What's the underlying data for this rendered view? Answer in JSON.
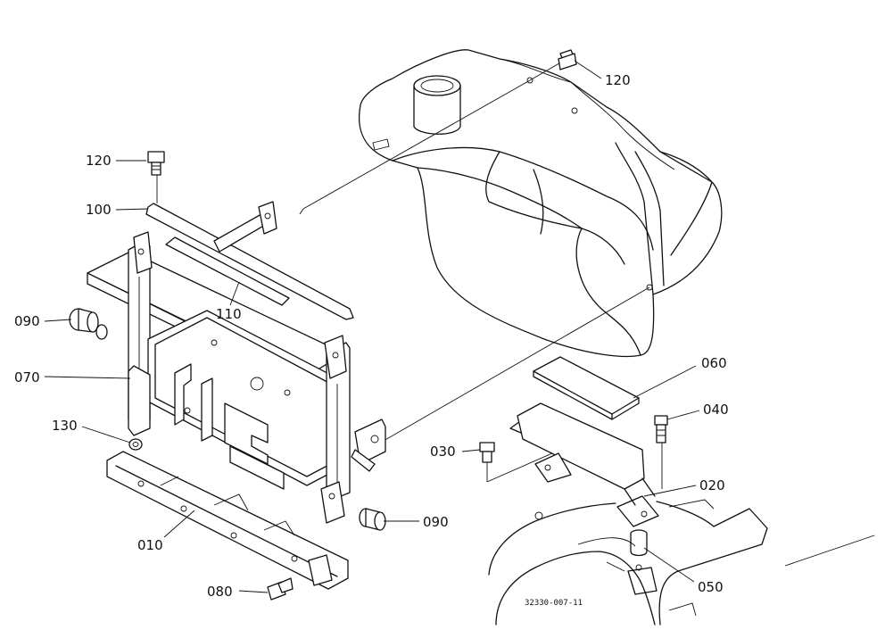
{
  "labels": {
    "p120_top": "120",
    "p120_left": "120",
    "p100": "100",
    "p110": "110",
    "p090_left": "090",
    "p070": "070",
    "p130": "130",
    "p010": "010",
    "p080": "080",
    "p090_right": "090",
    "p060": "060",
    "p040": "040",
    "p030": "030",
    "p020": "020",
    "p050": "050"
  },
  "drawing_code": "32330-007-11"
}
